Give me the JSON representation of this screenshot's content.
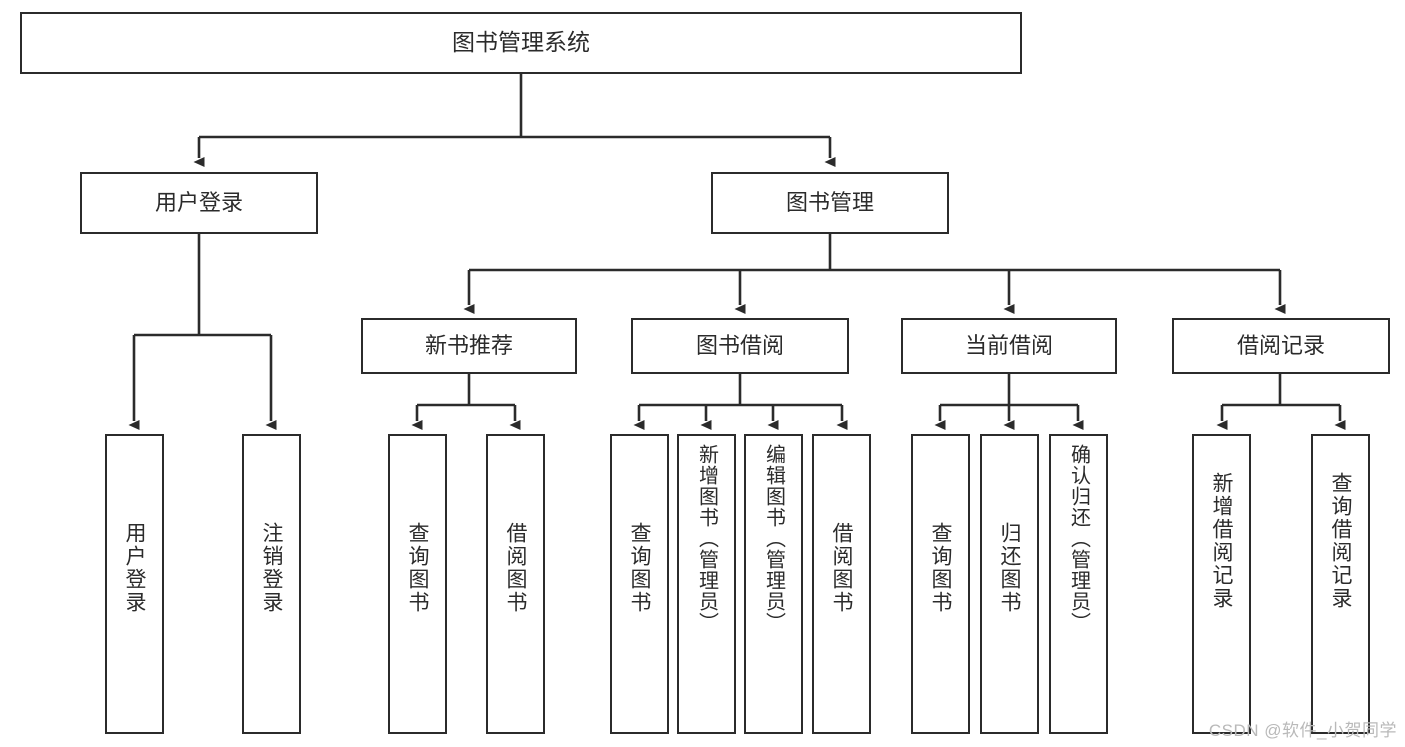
{
  "diagram": {
    "title": "图书管理系统",
    "type": "tree-hierarchy-chart",
    "orientation": "top-down",
    "colors": {
      "node_border": "#2b2b2b",
      "node_fill": "#ffffff",
      "edge": "#2b2b2b",
      "background": "#ffffff",
      "watermark": "#b9b9b9"
    }
  },
  "nodes": {
    "root": {
      "label": "图书管理系统"
    },
    "level1": [
      {
        "id": "user-login",
        "label": "用户登录"
      },
      {
        "id": "book-manage",
        "label": "图书管理"
      }
    ],
    "level2": [
      {
        "id": "new-book-recommend",
        "label": "新书推荐"
      },
      {
        "id": "book-borrow",
        "label": "图书借阅"
      },
      {
        "id": "current-borrow",
        "label": "当前借阅"
      },
      {
        "id": "borrow-record",
        "label": "借阅记录"
      }
    ],
    "leaves": {
      "user_login": [
        {
          "id": "leaf-user-login",
          "label": "用户登录"
        },
        {
          "id": "leaf-logout-login",
          "label": "注销登录"
        }
      ],
      "new_book_recommend": [
        {
          "id": "leaf-query-book-1",
          "label": "查询图书"
        },
        {
          "id": "leaf-borrow-book-1",
          "label": "借阅图书"
        }
      ],
      "book_borrow": [
        {
          "id": "leaf-query-book-2",
          "label": "查询图书"
        },
        {
          "id": "leaf-add-book",
          "label": "新增图书（管理员）"
        },
        {
          "id": "leaf-edit-book",
          "label": "编辑图书（管理员）"
        },
        {
          "id": "leaf-borrow-book-2",
          "label": "借阅图书"
        }
      ],
      "current_borrow": [
        {
          "id": "leaf-query-book-3",
          "label": "查询图书"
        },
        {
          "id": "leaf-return-book",
          "label": "归还图书"
        },
        {
          "id": "leaf-confirm-return",
          "label": "确认归还（管理员）"
        }
      ],
      "borrow_record": [
        {
          "id": "leaf-add-borrow-record",
          "label": "新增借阅记录"
        },
        {
          "id": "leaf-query-borrow-record",
          "label": "查询借阅记录"
        }
      ]
    }
  },
  "watermark": {
    "text": "CSDN @软件_小贺同学"
  }
}
